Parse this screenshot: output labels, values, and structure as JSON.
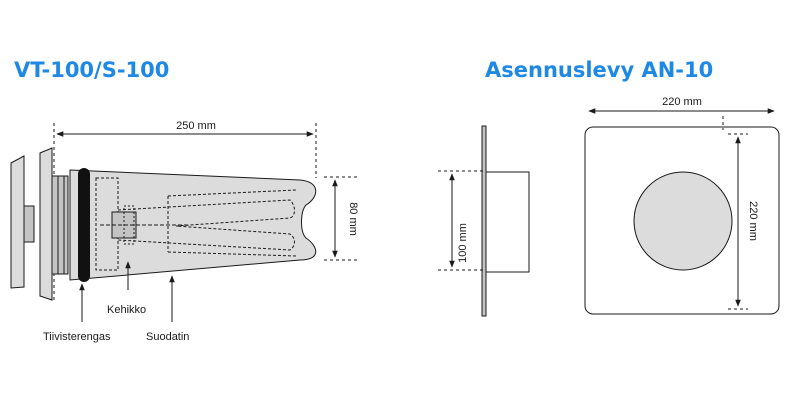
{
  "colors": {
    "title": "#1e88e5",
    "line": "#1a1a1a",
    "fill_light": "#dcdcdc",
    "fill_mid": "#c4c4c4",
    "fill_dark": "#9a9a9a",
    "gasket": "#111111"
  },
  "left_diagram": {
    "title": "VT-100/S-100",
    "dim_length": "250 mm",
    "dim_height": "80 mm",
    "callouts": {
      "frame": "Kehikko",
      "seal": "Tiivisterengas",
      "filter": "Suodatin"
    }
  },
  "right_diagram": {
    "title": "Asennuslevy AN-10",
    "dim_side_height": "100 mm",
    "dim_plate_width": "220 mm",
    "dim_plate_height": "220 mm"
  }
}
